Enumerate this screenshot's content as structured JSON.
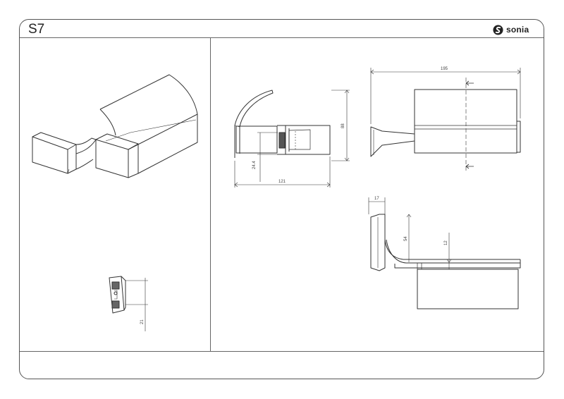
{
  "title_block": {
    "sheet_code": "S7",
    "brand": "sonia"
  },
  "dimensions": {
    "overall_length": "195",
    "depth": "121",
    "height": "88",
    "mount_plate_thickness": "24.4",
    "bracket_width": "17",
    "bracket_height": "54",
    "roll_offset": "12",
    "plate_width": "21"
  },
  "icons": {
    "logo": "sonia-swirl-logo-icon"
  },
  "colors": {
    "line": "#333333",
    "frame": "#555555"
  }
}
